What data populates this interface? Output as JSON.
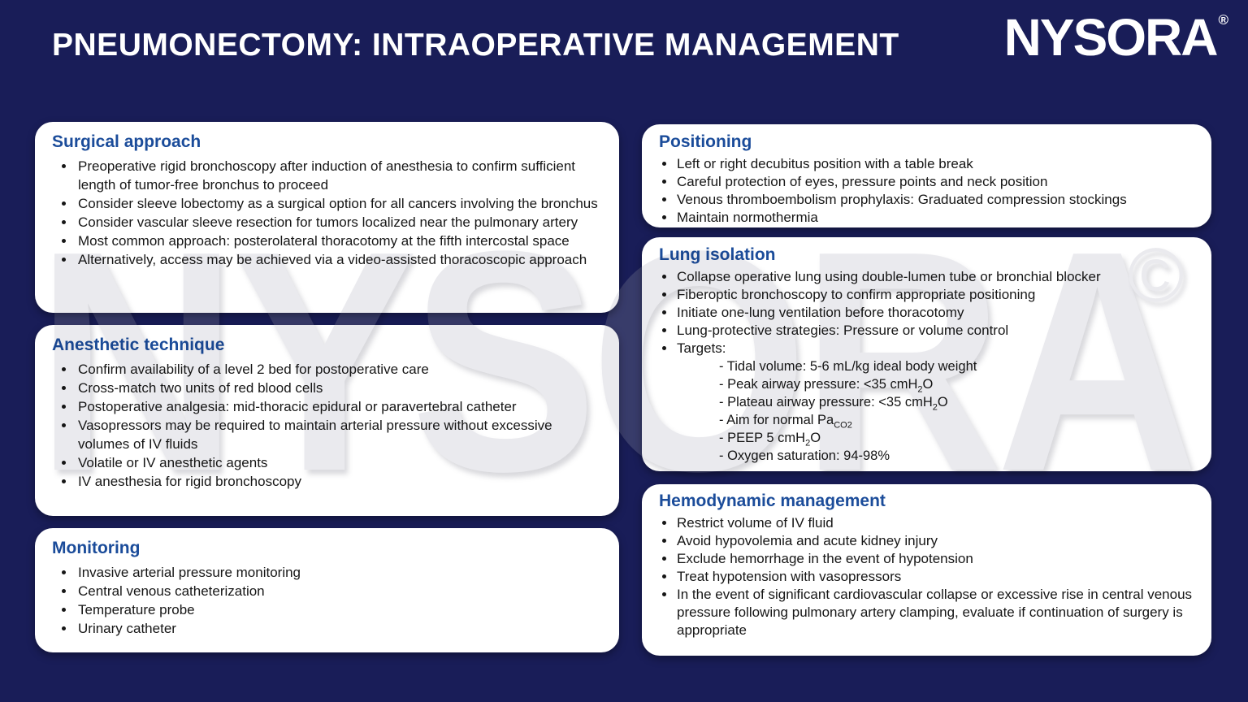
{
  "slide": {
    "title": "PNEUMONECTOMY: INTRAOPERATIVE MANAGEMENT",
    "brand": {
      "logo_text": "NYSORA",
      "registered_mark": "®"
    },
    "watermark": {
      "text": "NYSORA",
      "copyright": "©"
    },
    "colors": {
      "background": "#191d58",
      "card_background": "#ffffff",
      "heading_blue": "#1b4c9a",
      "body_text": "#161616",
      "title_text": "#ffffff"
    }
  },
  "cards": {
    "surgical_approach": {
      "title": "Surgical approach",
      "items": [
        "Preoperative rigid bronchoscopy after induction of anesthesia to confirm sufficient length of tumor-free bronchus to proceed",
        "Consider sleeve lobectomy as a surgical option for all cancers involving the bronchus",
        "Consider vascular sleeve resection for tumors localized near the pulmonary artery",
        "Most common approach: posterolateral thoracotomy at the fifth intercostal space",
        "Alternatively, access may be achieved via a video-assisted thoracoscopic approach"
      ]
    },
    "anesthetic_technique": {
      "title": "Anesthetic technique",
      "items": [
        "Confirm availability of a level 2 bed for postoperative care",
        "Cross-match two units of red blood cells",
        "Postoperative analgesia: mid-thoracic epidural or paravertebral catheter",
        "Vasopressors may be required to maintain arterial pressure without excessive volumes of IV fluids",
        "Volatile or IV anesthetic agents",
        "IV anesthesia for rigid bronchoscopy"
      ]
    },
    "monitoring": {
      "title": "Monitoring",
      "items": [
        "Invasive arterial pressure monitoring",
        "Central venous catheterization",
        "Temperature probe",
        "Urinary catheter"
      ]
    },
    "positioning": {
      "title": "Positioning",
      "items": [
        "Left or right decubitus position with a table break",
        "Careful protection of eyes, pressure points and neck position",
        "Venous thromboembolism prophylaxis: Graduated compression stockings",
        "Maintain normothermia"
      ]
    },
    "lung_isolation": {
      "title": "Lung isolation",
      "items": [
        "Collapse operative lung using double-lumen tube or bronchial blocker",
        "Fiberoptic bronchoscopy to confirm appropriate positioning",
        "Initiate one-lung ventilation before thoracotomy",
        "Lung-protective strategies: Pressure or volume control",
        {
          "text": "Targets:",
          "subs": [
            "- Tidal volume: 5-6 mL/kg ideal body weight",
            "- Peak airway pressure: &lt;35 cmH<sub>2</sub>O",
            "- Plateau airway pressure: &lt;35 cmH<sub>2</sub>O",
            "- Aim for normal Pa<sub>CO2</sub>",
            "- PEEP 5 cmH<sub>2</sub>O",
            "- Oxygen saturation: 94-98%"
          ]
        }
      ]
    },
    "hemodynamic_management": {
      "title": "Hemodynamic management",
      "items": [
        "Restrict volume of IV fluid",
        "Avoid hypovolemia and acute kidney injury",
        "Exclude hemorrhage in the event of hypotension",
        "Treat hypotension with vasopressors",
        "In the event of significant cardiovascular collapse or excessive rise in central venous pressure following pulmonary artery clamping, evaluate if continuation of surgery is appropriate"
      ]
    }
  }
}
